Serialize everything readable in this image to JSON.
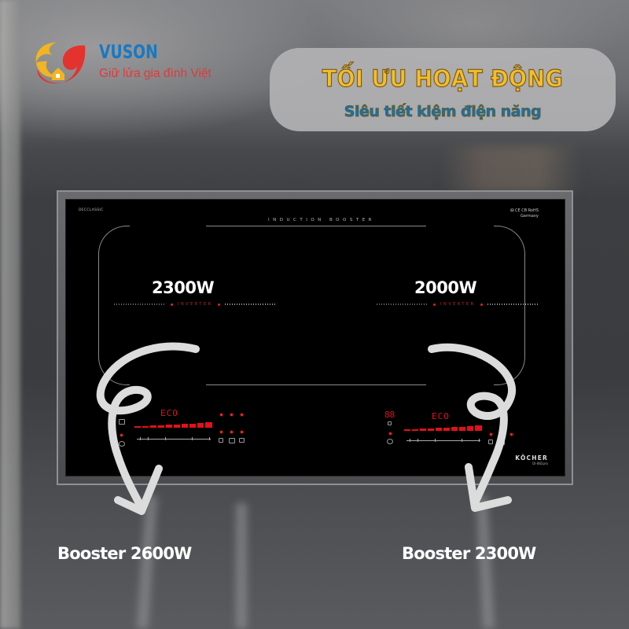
{
  "brand": {
    "name": "VUSON",
    "tagline": "Giữ lửa gia đình Việt",
    "colors": {
      "name": "#1a78c2",
      "tagline": "#e03a3a",
      "mark_yellow": "#f2b520",
      "mark_red": "#e4322f"
    }
  },
  "headline": {
    "title": "TỐI ƯU HOẠT ĐỘNG",
    "subtitle": "Siêu tiết kiệm điện năng",
    "colors": {
      "title": "#f3bd2c",
      "subtitle": "#0f72bb",
      "pill_bg": "#b2b2b4"
    }
  },
  "cooktop": {
    "brand_small": "DECCLASSIC",
    "certifications": "⚅ CE CB RoHS",
    "cert_sub": "Germany",
    "top_label": "INDUCTION BOOSTER",
    "zones": [
      {
        "id": "left",
        "power": "2300W",
        "inverter_label": "INVERTER",
        "display": "ECO",
        "booster": "Booster 2600W"
      },
      {
        "id": "right",
        "power": "2000W",
        "inverter_label": "INVERTER",
        "display": "ECO",
        "timer_display": "88",
        "booster": "Booster 2300W"
      }
    ],
    "maker": "KÖCHER",
    "model": "DI-882pro",
    "colors": {
      "led_red": "#e50f1a",
      "glass": "#000000",
      "frame": "#5a5b5e"
    }
  }
}
